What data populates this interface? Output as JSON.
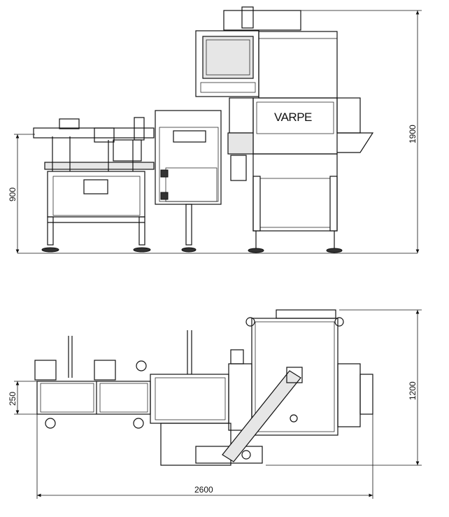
{
  "title": "Machine dimensional drawing",
  "brand": "VARPE",
  "side_view": {
    "height_total": "1900",
    "conveyor_height": "900"
  },
  "top_view": {
    "depth_total": "1200",
    "belt_width": "250",
    "length_total": "2600"
  }
}
